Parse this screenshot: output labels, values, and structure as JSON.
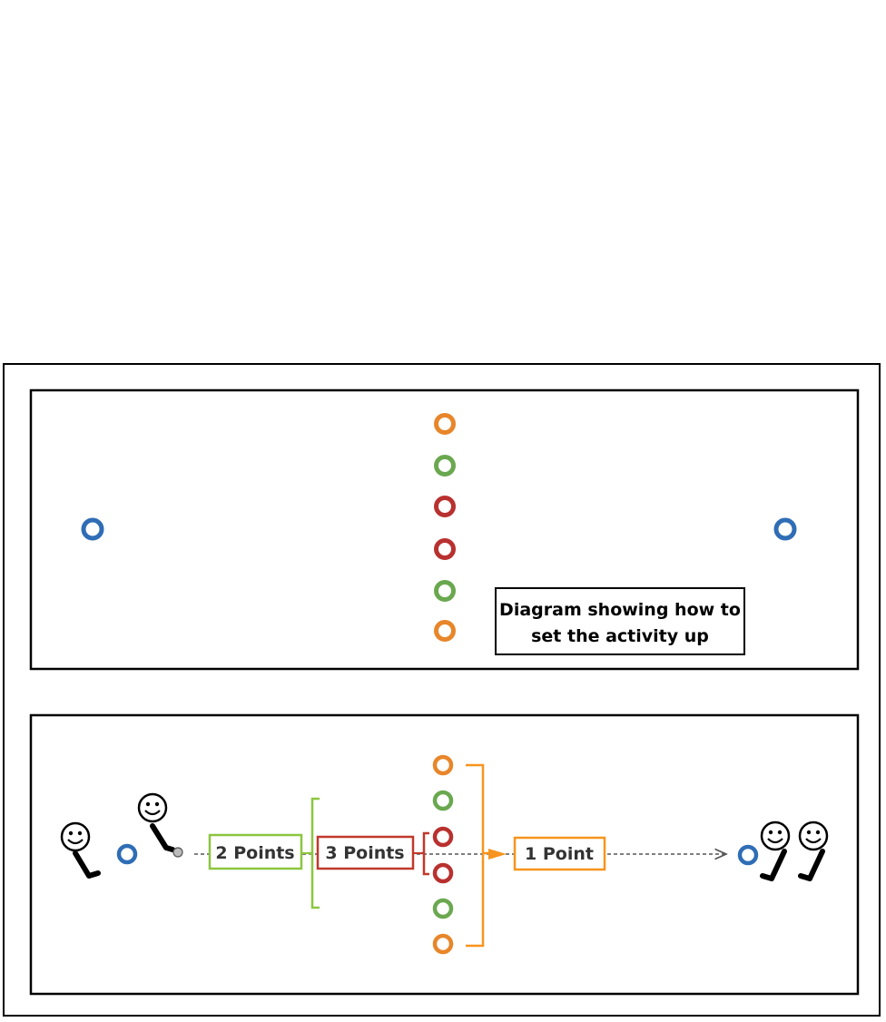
{
  "panel_setup": {
    "caption_line1": "Diagram showing how to",
    "caption_line2": "set the activity up"
  },
  "panel_play": {
    "label_two": "2 Points",
    "label_three": "3 Points",
    "label_one": "1 Point"
  },
  "colors": {
    "orange": "#e8862a",
    "green": "#6aa84f",
    "red": "#b8312f",
    "blue": "#2f6db5",
    "label_green": "#8cc63f",
    "label_red": "#c0392b",
    "label_orange": "#f7941d"
  },
  "icons": [
    "cone-marker-icon",
    "smiley-player-icon",
    "ball-icon",
    "hockey-stick-icon"
  ]
}
